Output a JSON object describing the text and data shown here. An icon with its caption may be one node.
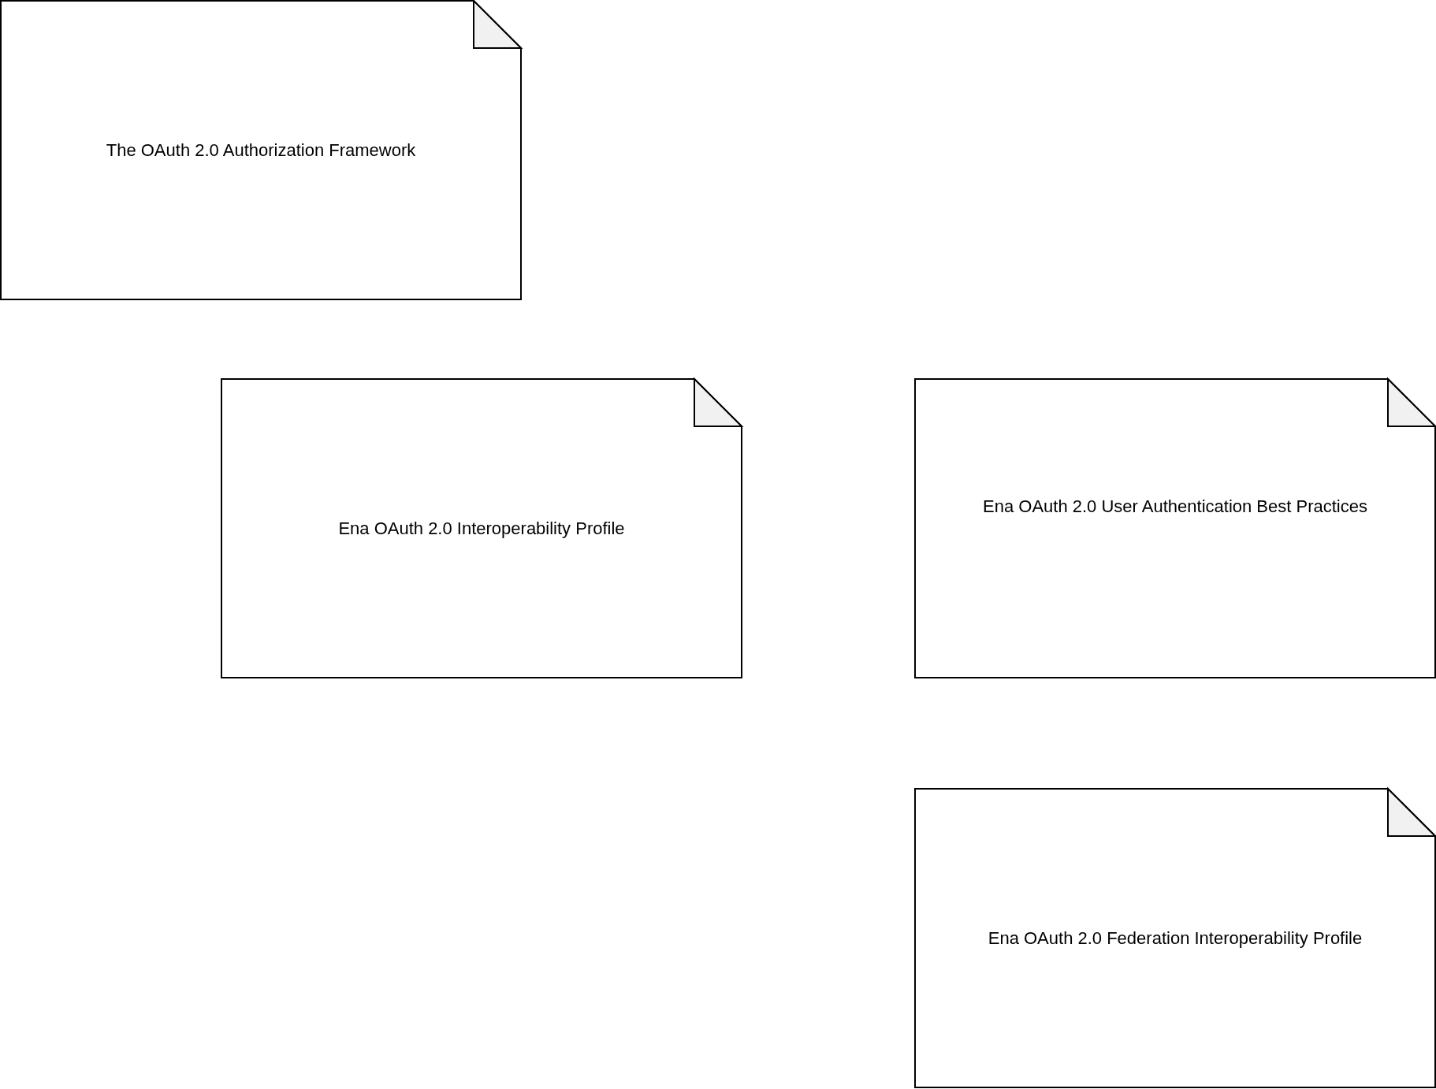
{
  "diagram": {
    "nodes": [
      {
        "text": [
          "The OAuth 2.0 Authorization Framework"
        ]
      },
      {
        "text": [
          "Ena OAuth 2.0 Interoperability Profile"
        ]
      },
      {
        "text": [
          "Ena OAuth 2.0 User Authentication Best Practices"
        ]
      },
      {
        "text": [
          "Ena OAuth 2.0 Federation Interoperability Profile"
        ]
      }
    ],
    "edges": []
  }
}
